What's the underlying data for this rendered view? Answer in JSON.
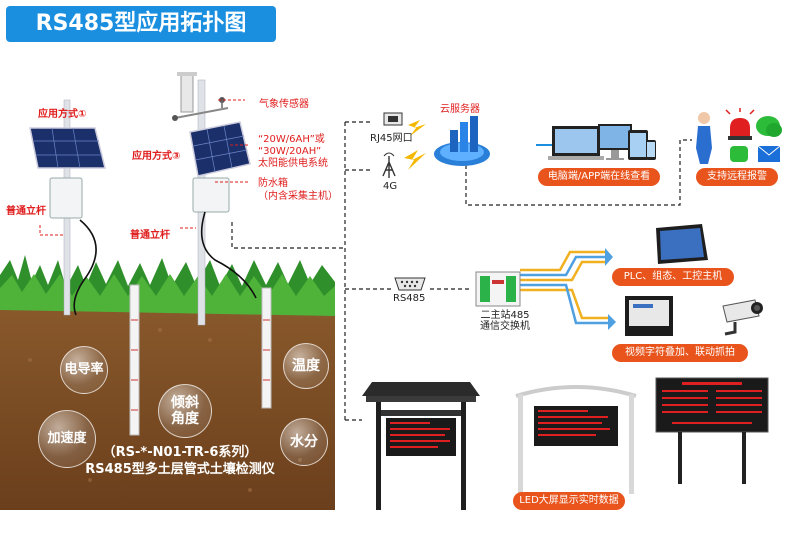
{
  "title": "RS485型应用拓扑图",
  "left": {
    "app1": "应用方式①",
    "app3": "应用方式③",
    "pole_label": "普通立杆",
    "weather_sensor": "气象传感器",
    "solar_label_1": "“20W/6AH”或",
    "solar_label_2": "“30W/20AH”",
    "solar_label_3": "太阳能供电系统",
    "box_label_1": "防水箱",
    "box_label_2": "（内含采集主机）"
  },
  "soil": {
    "bubbles": {
      "conductivity": "电导率",
      "temperature": "温度",
      "tilt_1": "倾斜",
      "tilt_2": "角度",
      "accel": "加速度",
      "moisture": "水分"
    },
    "product_line1": "（RS-*-N01-TR-6系列）",
    "product_line2": "RS485型多土层管式土壤检测仪"
  },
  "network": {
    "rj45": "RJ45网口",
    "g4": "4G",
    "cloud": "云服务器",
    "rs485": "RS485",
    "switch_1": "二主站485",
    "switch_2": "通信交换机"
  },
  "outputs": {
    "pc_app": "电脑端/APP端在线查看",
    "remote_alarm": "支持远程报警",
    "plc": "PLC、组态、工控主机",
    "video": "视频字符叠加、联动抓拍",
    "led": "LED大屏显示实时数据"
  },
  "colors": {
    "title_bg": "#1a8fe0",
    "pill": "#e8541c",
    "soil": "#7a4a22",
    "accent_red": "#e01e1e"
  }
}
